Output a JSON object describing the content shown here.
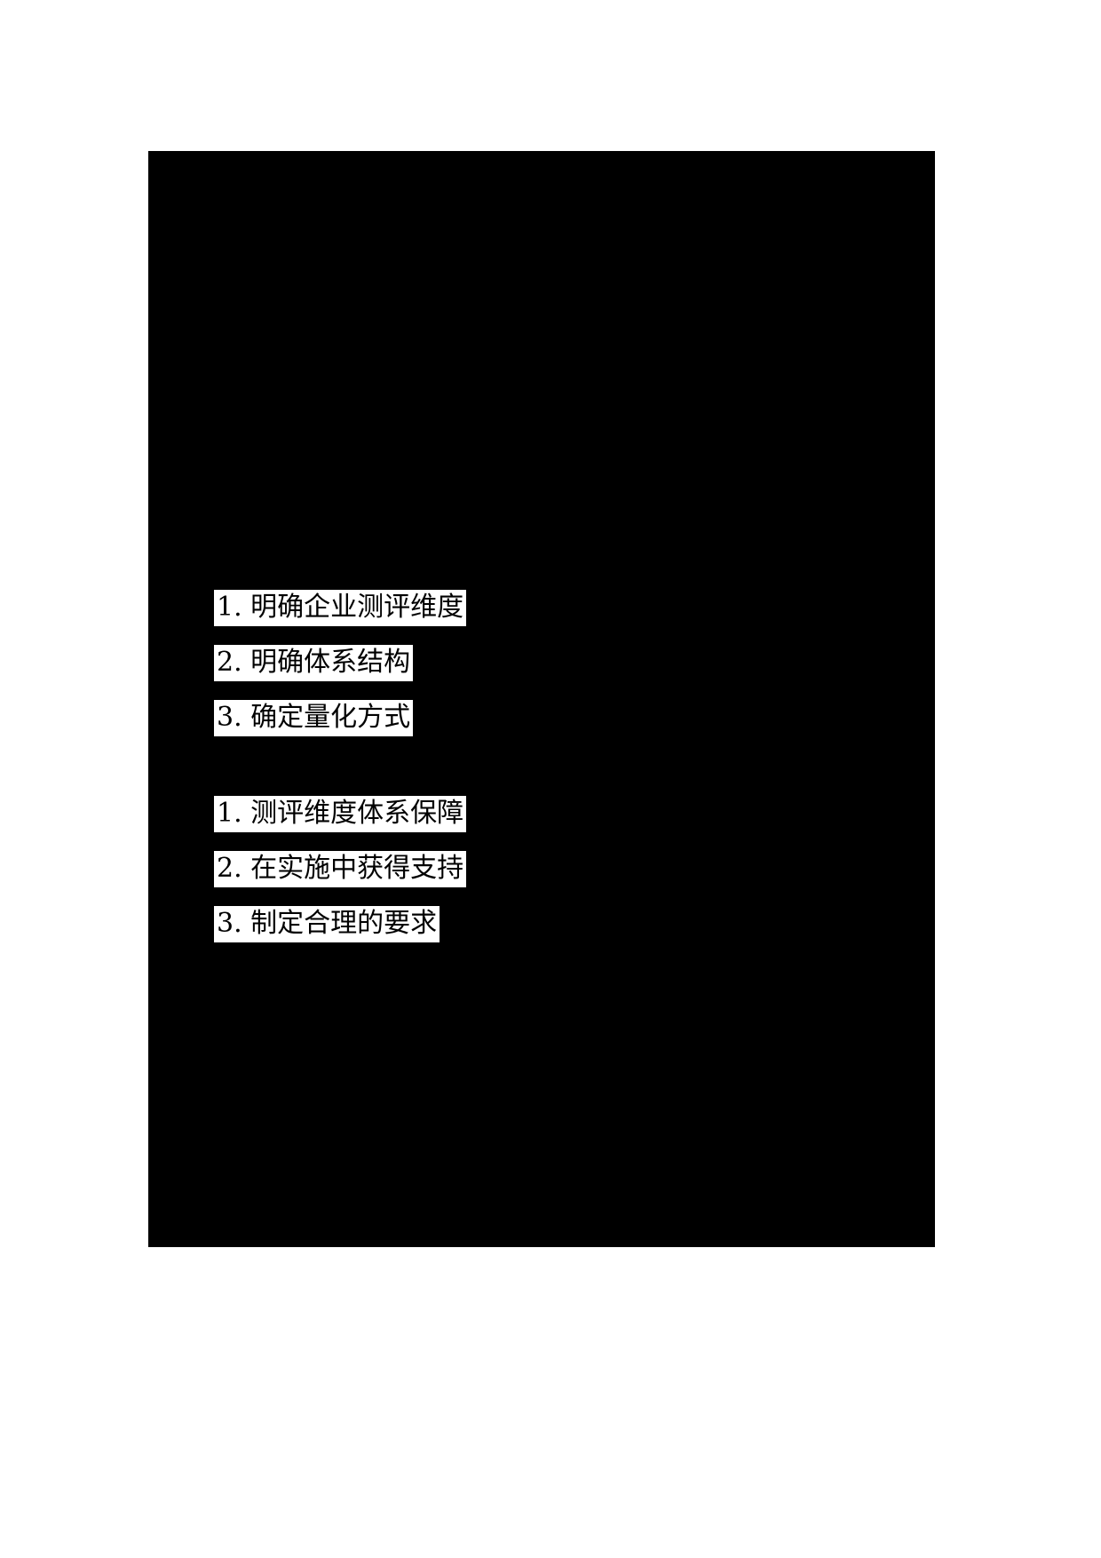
{
  "page": {
    "background_color": "#ffffff",
    "panel_color": "#000000",
    "highlight_color": "#ffffff",
    "text_color": "#000000"
  },
  "content": {
    "groups": [
      {
        "name": "primary-list",
        "lines": [
          {
            "text": "1. 明确企业测评维度"
          },
          {
            "text": "2. 明确体系结构"
          },
          {
            "text": "3. 确定量化方式"
          }
        ]
      },
      {
        "name": "secondary-list",
        "lines": [
          {
            "text": "1. 测评维度体系保障"
          },
          {
            "text": "2. 在实施中获得支持"
          },
          {
            "text": "3. 制定合理的要求"
          }
        ]
      }
    ]
  }
}
